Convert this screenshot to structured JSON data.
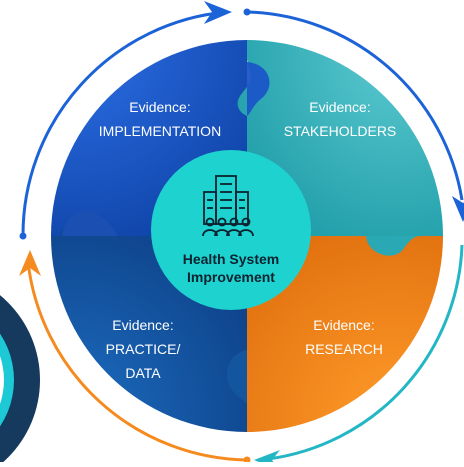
{
  "center": {
    "title_line1": "Health System",
    "title_line2": "Improvement",
    "icon": "building-with-people-icon"
  },
  "quadrants": {
    "implementation": {
      "line1": "Evidence:",
      "line2": "IMPLEMENTATION"
    },
    "stakeholders": {
      "line1": "Evidence:",
      "line2": "STAKEHOLDERS"
    },
    "practice": {
      "line1": "Evidence:",
      "line2": "PRACTICE/",
      "line3": "DATA"
    },
    "research": {
      "line1": "Evidence:",
      "line2": "RESEARCH"
    }
  },
  "colors": {
    "implementation": "#1a55c8",
    "stakeholders": "#2ab0b8",
    "practice": "#1458a6",
    "research": "#f38a1c",
    "center": "#1ed3cf",
    "arrow_blue": "#1d63d8",
    "arrow_teal": "#23b6c4",
    "arrow_orange": "#f58a1f",
    "dark_navy": "#16395e"
  }
}
